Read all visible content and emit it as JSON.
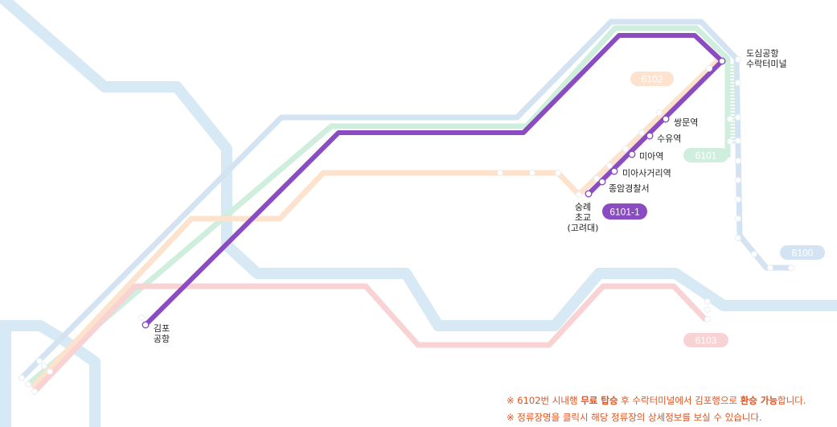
{
  "colors": {
    "river": "#d6e9f5",
    "route_6100": "#d3e3f2",
    "route_6101": "#cfeedd",
    "route_6102": "#fde3cd",
    "route_6103": "#f9d2d4",
    "route_6101_1": "#8a4cc0",
    "notice": "#e0531f"
  },
  "routes": {
    "r6100": "6100",
    "r6101": "6101",
    "r6102": "6102",
    "r6103": "6103",
    "r6101_1": "6101-1"
  },
  "stations": {
    "terminal_line1": "도심공항",
    "terminal_line2": "수락터미널",
    "ssangmun": "쌍문역",
    "suyu": "수유역",
    "mia": "미아역",
    "miasageori": "미아사거리역",
    "jongam": "종암경찰서",
    "sungrye_line1": "숭례",
    "sungrye_line2": "초교",
    "sungrye_line3": "(고려대)",
    "gimpo_line1": "김포",
    "gimpo_line2": "공항"
  },
  "notes": {
    "line1_a": "※ 6102번 시내행 ",
    "line1_b": "무료 탑승",
    "line1_c": " 후 수락터미널에서 김포행으로 ",
    "line1_d": "환승 가능",
    "line1_e": "합니다.",
    "line2": "※ 정류장명을 클릭시 해당 정류장의 상세정보를 보실 수 있습니다."
  }
}
